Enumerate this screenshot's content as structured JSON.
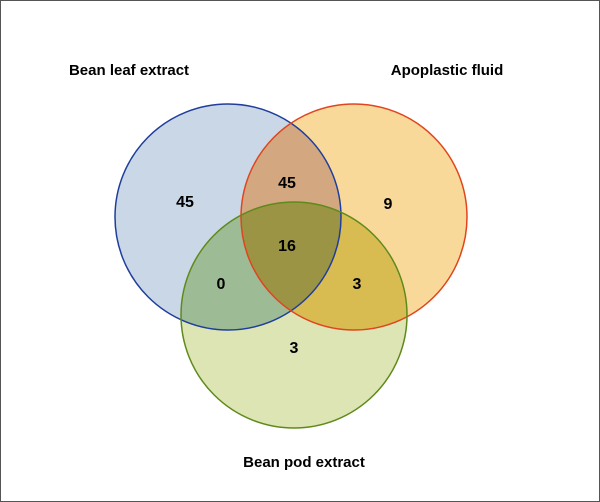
{
  "venn": {
    "sets": [
      {
        "id": "leaf",
        "label": "Bean leaf extract",
        "fill": "#c9d7e6",
        "stroke": "#1f3e9c"
      },
      {
        "id": "apo",
        "label": "Apoplastic fluid",
        "fill": "#f8d99a",
        "stroke": "#e0451d"
      },
      {
        "id": "pod",
        "label": "Bean pod extract",
        "fill": "#dde5b4",
        "stroke": "#5f8a1a"
      }
    ],
    "regions": {
      "leaf_only": 45,
      "apo_only": 9,
      "pod_only": 3,
      "leaf_apo": 45,
      "leaf_pod": 0,
      "apo_pod": 3,
      "all": 16
    },
    "overlap_colors": {
      "leaf_apo": "#d3a880",
      "leaf_pod": "#9dbc96",
      "apo_pod": "#d8bc52",
      "all": "#9c9445"
    }
  }
}
